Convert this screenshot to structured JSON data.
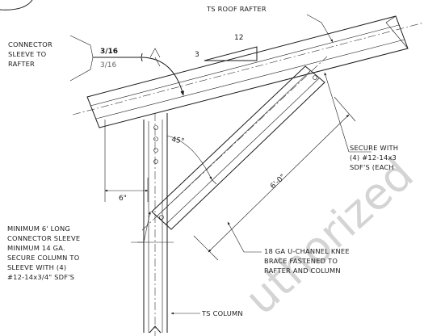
{
  "labels": {
    "ts_roof_rafter": "TS ROOF RAFTER",
    "connector_sleeve_to_rafter": [
      "CONNECTOR",
      "SLEEVE TO",
      "RAFTER"
    ],
    "weld_size_top": "3/16",
    "weld_size_bottom": "3/16",
    "slope_run": "12",
    "slope_rise": "3",
    "angle": "45°",
    "dim_6_inch": "6\"",
    "dim_brace": "6'-0\"",
    "secure_with_sdfs": [
      "SECURE WITH",
      "(4) #12-14x3",
      "SDF'S (EACH"
    ],
    "minimum_sleeve_note": [
      "MINIMUM 6' LONG",
      "CONNECTOR SLEEVE",
      "MINIMUM 14 GA.",
      "SECURE COLUMN TO",
      "SLEEVE WITH (4)",
      "#12-14x3/4\" SDF'S"
    ],
    "u_channel_brace": [
      "18 GA U-CHANNEL KNEE",
      "BRACE FASTENED TO",
      "RAFTER AND COLUMN"
    ],
    "ts_column": "TS COLUMN",
    "watermark": "uthorized"
  }
}
